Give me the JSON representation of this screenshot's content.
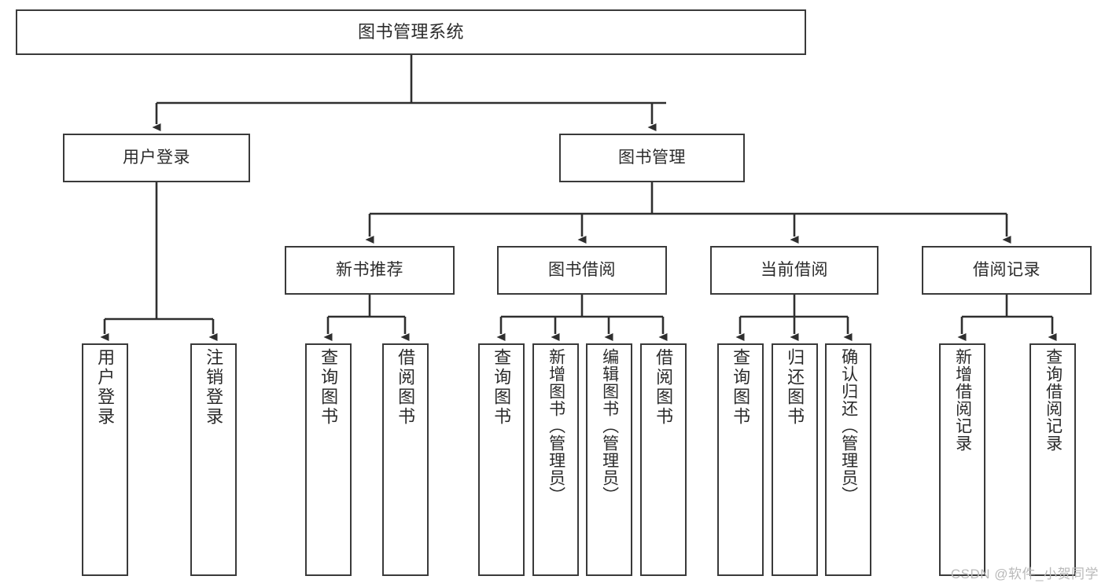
{
  "diagram": {
    "type": "tree",
    "title": "图书管理系统",
    "line_color": "#3a3a3a",
    "text_color": "#2b2b2b",
    "background": "#ffffff",
    "watermark": "CSDN @软件_小贺同学"
  },
  "nodes": {
    "root": {
      "label": "图书管理系统"
    },
    "level1": [
      {
        "label": "用户登录"
      },
      {
        "label": "图书管理"
      }
    ],
    "level2": [
      {
        "label": "新书推荐"
      },
      {
        "label": "图书借阅"
      },
      {
        "label": "当前借阅"
      },
      {
        "label": "借阅记录"
      }
    ],
    "leaves": {
      "user_login": [
        {
          "label": "用户登录"
        },
        {
          "label": "注销登录"
        }
      ],
      "new_book": [
        {
          "label": "查询图书"
        },
        {
          "label": "借阅图书"
        }
      ],
      "borrow_book": [
        {
          "label": "查询图书"
        },
        {
          "label": "新增图书（管理员）"
        },
        {
          "label": "编辑图书（管理员）"
        },
        {
          "label": "借阅图书"
        }
      ],
      "current_borrow": [
        {
          "label": "查询图书"
        },
        {
          "label": "归还图书"
        },
        {
          "label": "确认归还（管理员）"
        }
      ],
      "borrow_record": [
        {
          "label": "新增借阅记录"
        },
        {
          "label": "查询借阅记录"
        }
      ]
    }
  }
}
